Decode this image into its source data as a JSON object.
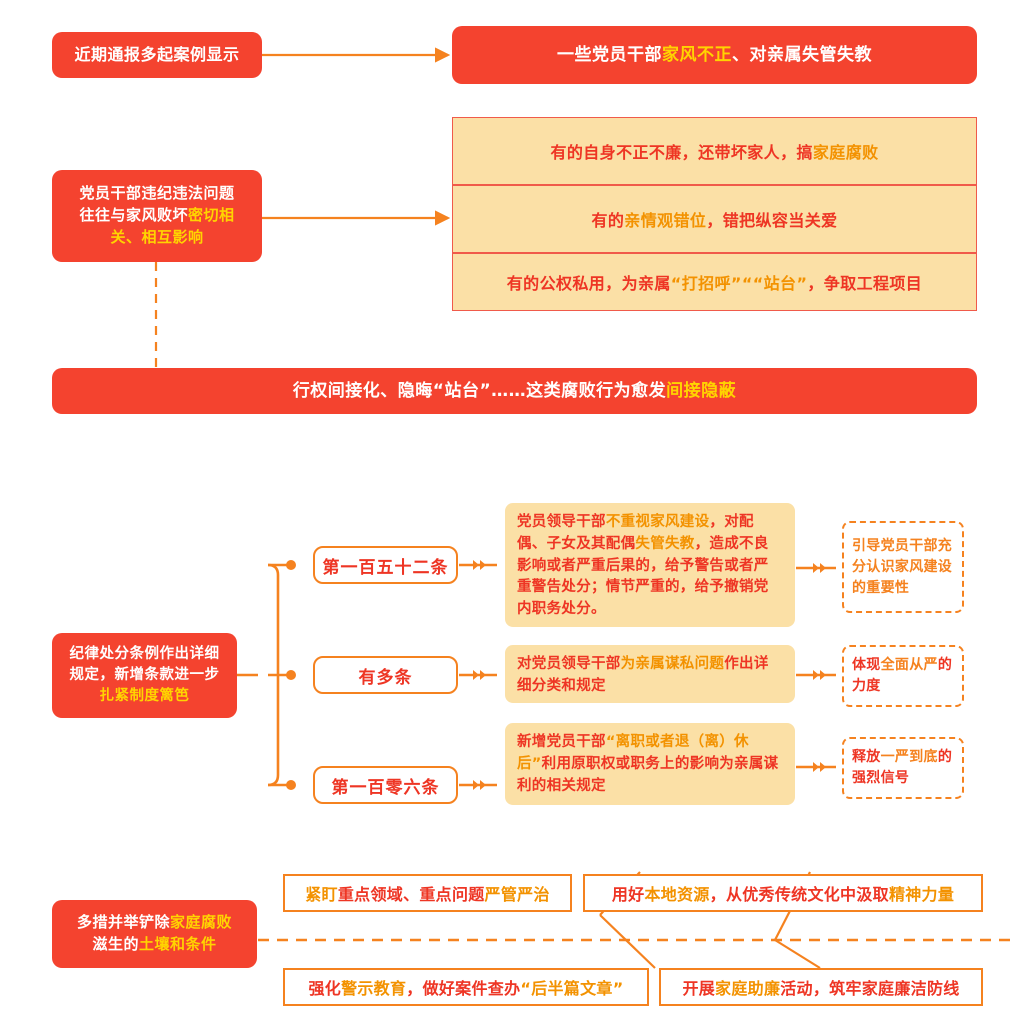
{
  "colors": {
    "red": "#F4432F",
    "orange": "#F5821F",
    "yellow_bg": "#FBE0A6",
    "gold_text": "#FFD400",
    "deep_red_text": "#EE3524",
    "orange_text": "#F39200"
  },
  "section1": {
    "source_label": "近期通报多起案例显示",
    "headline": {
      "part1": "一些党员干部",
      "highlight": "家风不正",
      "part2": "、对亲属失管失教"
    }
  },
  "section2": {
    "left_box": {
      "line1": "党员干部违纪违法问题",
      "line2_plain": "往往与家风败坏",
      "line2_highlight": "密切相",
      "line3_highlight": "关、相互影响"
    },
    "rows": [
      {
        "part1": "有的自身不正不廉，还带坏家人，搞",
        "highlight": "家庭腐败",
        "part2": ""
      },
      {
        "part1": "有的",
        "highlight": "亲情观错位",
        "part2": "，错把纵容当关爱"
      },
      {
        "part1": "有的公权私用，为亲属",
        "highlight": "“打招呼”““站台”",
        "part2": "，争取工程项目"
      }
    ]
  },
  "section3": {
    "banner": {
      "part1": "行权间接化、隐晦“站台”……这类腐败行为愈发",
      "highlight": "间接隐蔽"
    }
  },
  "section4": {
    "left_box": {
      "line1": "纪律处分条例作出详细",
      "line2": "规定，新增条款进一步",
      "line3_highlight": "扎紧制度篱笆"
    },
    "branches": [
      {
        "pill": "第一百五十二条",
        "detail": {
          "segments": [
            {
              "text": "党员领导干部",
              "color": "deep_red"
            },
            {
              "text": "不重视家风建设",
              "color": "orange"
            },
            {
              "text": "，对配偶、子女及其配偶",
              "color": "deep_red"
            },
            {
              "text": "失管失教",
              "color": "orange"
            },
            {
              "text": "，造成不良影响或者严重后果的，给予警告或者严重警告处分；情节严重的，给予撤销党内职务处分。",
              "color": "deep_red"
            }
          ]
        },
        "outcome": "引导党员干部充分认识家风建设的重要性"
      },
      {
        "pill": "有多条",
        "detail": {
          "segments": [
            {
              "text": "对党员领导干部",
              "color": "deep_red"
            },
            {
              "text": "为亲属谋私问题",
              "color": "orange"
            },
            {
              "text": "作出详细分类和规定",
              "color": "deep_red"
            }
          ]
        },
        "outcome": "体现全面从严的力度"
      },
      {
        "pill": "第一百零六条",
        "detail": {
          "segments": [
            {
              "text": "新增党员干部",
              "color": "deep_red"
            },
            {
              "text": "“离职或者退（离）休后”",
              "color": "orange"
            },
            {
              "text": "利用原职权或职务上的影响为亲属谋利的相关规定",
              "color": "deep_red"
            }
          ]
        },
        "outcome": "释放一严到底的强烈信号"
      }
    ],
    "outcome_highlights": [
      {
        "plain_prefix": "",
        "orange": "引导党员干部充分认识家风",
        "suffix": ""
      },
      {
        "plain_prefix": "体现",
        "orange": "全面从严",
        "suffix": "的力度"
      },
      {
        "plain_prefix": "释放",
        "orange": "一严到底",
        "suffix": "的强烈信号"
      }
    ]
  },
  "section5": {
    "left_box": {
      "line1_plain": "多措并举铲除",
      "line1_highlight": "家庭腐败",
      "line2_plain": "滋生的",
      "line2_highlight": "土壤和条件"
    },
    "measures": [
      {
        "segments": [
          {
            "text": "紧盯",
            "color": "orange"
          },
          {
            "text": "重点领域、重点问题",
            "color": "deep_red"
          },
          {
            "text": "严管严治",
            "color": "orange"
          }
        ]
      },
      {
        "segments": [
          {
            "text": "用好",
            "color": "deep_red"
          },
          {
            "text": "本地资源",
            "color": "orange"
          },
          {
            "text": "，从优秀传统文化中汲取",
            "color": "deep_red"
          },
          {
            "text": "精神力量",
            "color": "orange"
          }
        ]
      },
      {
        "segments": [
          {
            "text": "强化",
            "color": "deep_red"
          },
          {
            "text": "警示教育",
            "color": "orange"
          },
          {
            "text": "，做好案件查办",
            "color": "deep_red"
          },
          {
            "text": "“后半篇文章”",
            "color": "orange"
          }
        ]
      },
      {
        "segments": [
          {
            "text": "开展",
            "color": "deep_red"
          },
          {
            "text": "家庭助廉",
            "color": "orange"
          },
          {
            "text": "活动，筑牢家庭廉洁防线",
            "color": "deep_red"
          }
        ]
      }
    ]
  }
}
